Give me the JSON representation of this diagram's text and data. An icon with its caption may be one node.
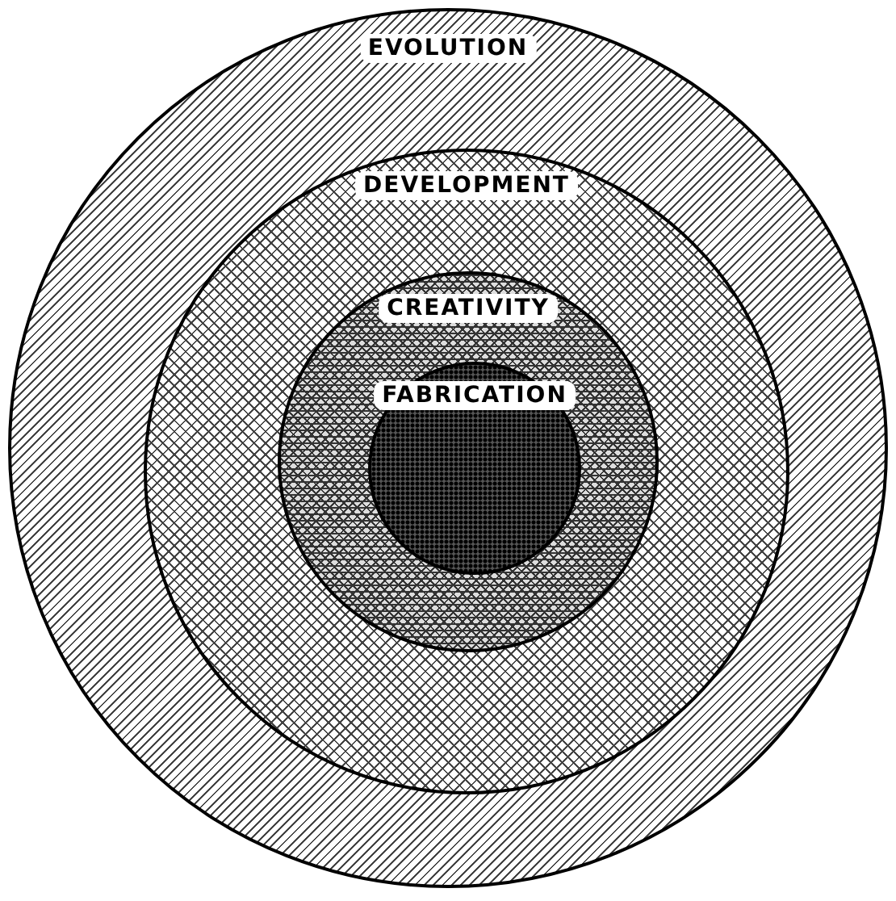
{
  "diagram": {
    "nodes": [
      {
        "text": [
          "EVOLUTION"
        ]
      },
      {
        "text": [
          "DEVELOPMENT"
        ],
        "in": 0
      },
      {
        "text": [
          "CREATIVITY"
        ],
        "in": 1
      },
      {
        "text": [
          "FABRICATION"
        ],
        "in": 2
      }
    ]
  }
}
